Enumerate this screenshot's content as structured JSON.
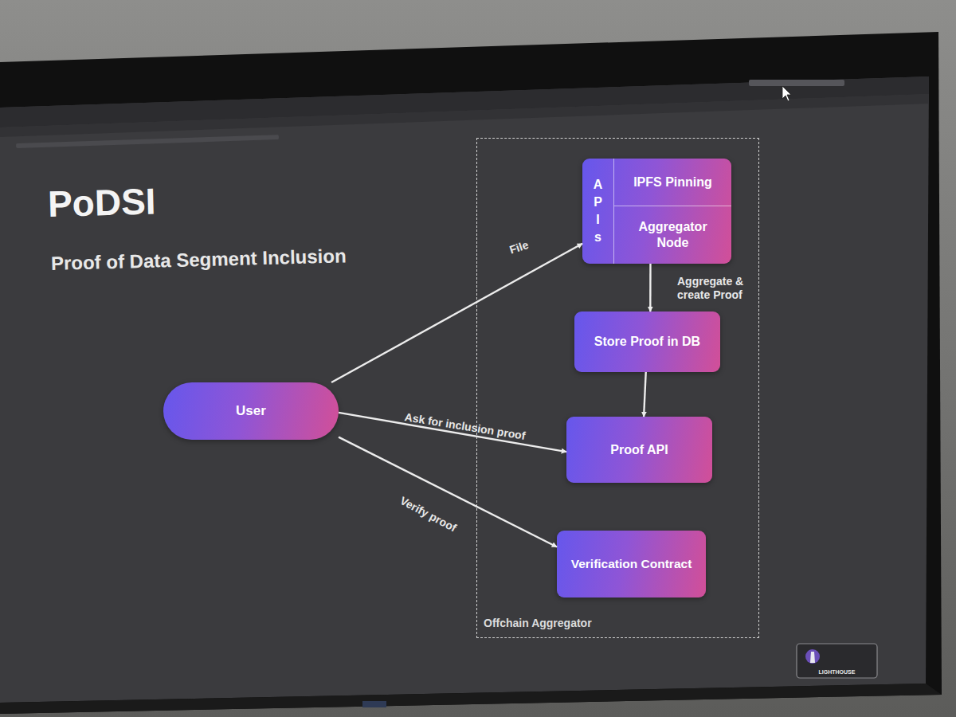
{
  "diagram": {
    "title": "PoDSI",
    "nodes": [
      {
        "text": [
          "User"
        ]
      },
      {
        "text": [
          "Offchain Aggregator"
        ]
      },
      {
        "text": [
          "A P I s"
        ],
        "in": 1
      },
      {
        "text": [
          "IPFS Pinning"
        ],
        "in": 2
      },
      {
        "text": [
          "Aggregator Node"
        ],
        "in": 2
      },
      {
        "text": [
          "Store Proof in DB"
        ],
        "in": 1
      },
      {
        "text": [
          "Proof API"
        ],
        "in": 1
      },
      {
        "text": [
          "Verification Contract"
        ],
        "in": 1
      }
    ],
    "edges": [
      {
        "from": 0,
        "to": 2,
        "label": "File",
        "arrow": "to"
      },
      {
        "from": 4,
        "to": 5,
        "label": "Aggregate & create Proof",
        "arrow": "to"
      },
      {
        "from": 5,
        "to": 6,
        "arrow": "to"
      },
      {
        "from": 0,
        "to": 6,
        "label": "Ask for inclusion proof",
        "arrow": "to"
      },
      {
        "from": 0,
        "to": 7,
        "label": "Verify proof",
        "arrow": "to"
      }
    ],
    "labels": [
      "Proof of Data Segment Inclusion",
      "LIGHTHOUSE"
    ]
  }
}
